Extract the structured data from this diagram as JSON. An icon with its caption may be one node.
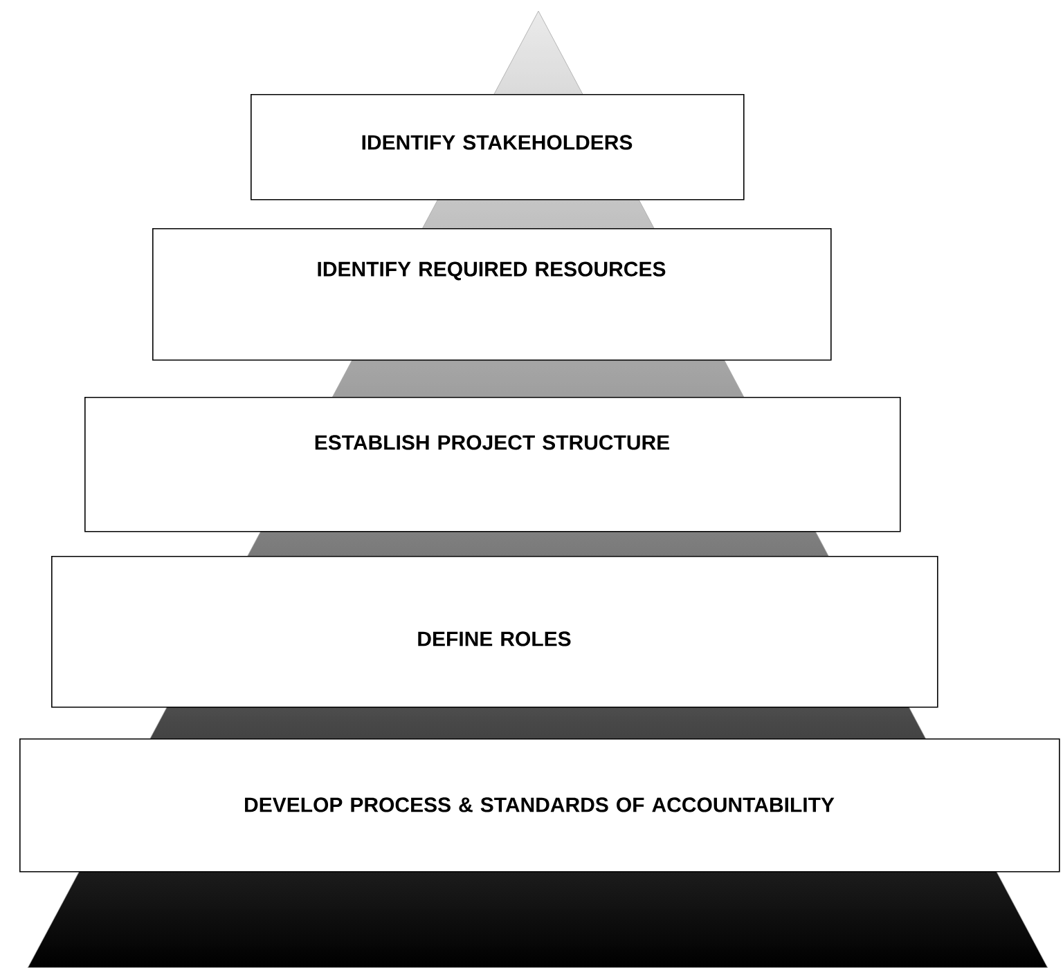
{
  "diagram": {
    "nodes": [
      {
        "text": [
          "IDENTIFY STAKEHOLDERS"
        ]
      },
      {
        "text": [
          "IDENTIFY REQUIRED RESOURCES"
        ]
      },
      {
        "text": [
          "ESTABLISH PROJECT STRUCTURE"
        ]
      },
      {
        "text": [
          "DEFINE ROLES"
        ]
      },
      {
        "text": [
          "DEVELOP PROCESS & STANDARDS OF ACCOUNTABILITY"
        ]
      }
    ]
  }
}
